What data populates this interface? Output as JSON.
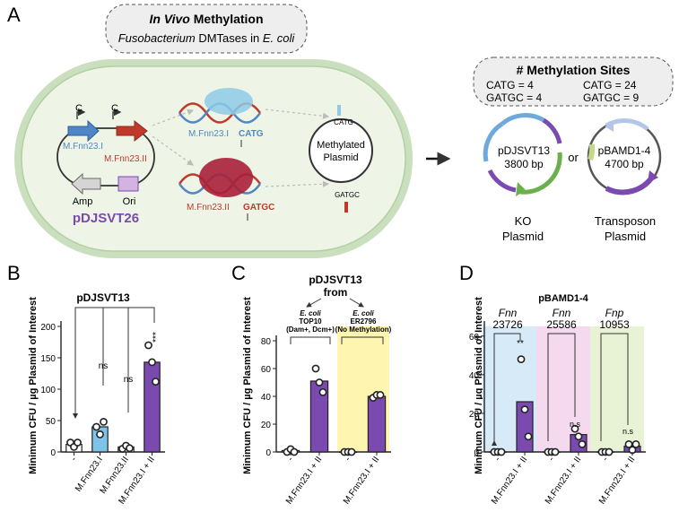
{
  "panel_labels": {
    "a": "A",
    "b": "B",
    "c": "C",
    "d": "D"
  },
  "panel_a": {
    "header_title_italic": "In Vivo",
    "header_title_rest": " Methylation",
    "header_subtitle_1": "Fusobacterium",
    "header_subtitle_2": " DMTases in ",
    "header_subtitle_3": "E. coli",
    "promoter_label": "C",
    "gene1": "M.Fnn23.I",
    "gene2": "M.Fnn23.II",
    "amp": "Amp",
    "ori": "Ori",
    "plasmid_name": "pDJSVT26",
    "enzyme1": "M.Fnn23.I",
    "motif1": "CATG",
    "enzyme2": "M.Fnn23.II",
    "motif2": "GATGC",
    "methylated_1": "Methylated",
    "methylated_2": "Plasmid",
    "site_motif1": "CATG",
    "site_motif2": "GATGC",
    "sites_title": "# Methylation Sites",
    "sites_left_1": "CATG    = 4",
    "sites_left_2": "GATGC = 4",
    "sites_right_1": "CATG    = 24",
    "sites_right_2": "GATGC = 9",
    "ko_name": "pDJSVT13",
    "ko_size": "3800 bp",
    "or": "or",
    "tn_name": "pBAMD1-4",
    "tn_size": "4700 bp",
    "ko_label_1": "KO",
    "ko_label_2": "Plasmid",
    "tn_label_1": "Transposon",
    "tn_label_2": "Plasmid"
  },
  "colors": {
    "blue": "#4f86c6",
    "red": "#c0392b",
    "purple": "#7a4ab0",
    "green": "#6ab04c",
    "light_blue_bg": "#d6eaf8",
    "pink_bg": "#f5d9ee",
    "light_green_bg": "#e8f3d6",
    "yellow_bg": "#fdf5b0"
  },
  "y_axis_label": "Minimum CFU / µg Plasmid of Interest",
  "chart_data": [
    {
      "type": "bar",
      "title": "pDJSVT13",
      "categories": [
        "-",
        "M.Fnn23.I",
        "M.Fnn23.II",
        "M.Fnn23.I + II"
      ],
      "values": [
        12,
        40,
        8,
        143
      ],
      "points": [
        [
          15,
          8,
          15
        ],
        [
          40,
          28,
          48
        ],
        [
          5,
          10,
          6
        ],
        [
          170,
          143,
          112
        ]
      ],
      "bar_colors": [
        "#ffffff",
        "#7fc3e8",
        "#ffffff",
        "#7a4ab0"
      ],
      "ylim": [
        0,
        200
      ],
      "yticks": [
        0,
        50,
        100,
        150,
        200
      ],
      "significance": [
        "ns",
        "ns",
        "***"
      ]
    },
    {
      "type": "bar",
      "title": "pDJSVT13",
      "subtitle": "from",
      "groups": [
        {
          "name_1": "E. coli",
          "name_2": "TOP10",
          "name_3": "(Dam+, Dcm+)"
        },
        {
          "name_1": "E. coli",
          "name_2": "ER2796",
          "name_3": "(No Methylation)"
        }
      ],
      "categories": [
        "-",
        "M.Fnn23.I + II",
        "-",
        "M.Fnn23.I + II"
      ],
      "values": [
        1,
        51,
        0,
        40
      ],
      "points": [
        [
          0,
          2,
          0
        ],
        [
          60,
          50,
          43
        ],
        [
          0,
          0,
          0
        ],
        [
          39,
          41,
          41
        ]
      ],
      "bar_colors": [
        "#ffffff",
        "#7a4ab0",
        "#ffffff",
        "#7a4ab0"
      ],
      "ylim": [
        0,
        80
      ],
      "yticks": [
        0,
        20,
        40,
        60,
        80
      ]
    },
    {
      "type": "bar",
      "title": "pBAMD1-4",
      "groups": [
        {
          "name": "Fnn",
          "number": "23726"
        },
        {
          "name": "Fnn",
          "number": "25586"
        },
        {
          "name": "Fnp",
          "number": "10953"
        }
      ],
      "categories": [
        "-",
        "M.Fnn23.I + II",
        "-",
        "M.Fnn23.I + II",
        "-",
        "M.Fnn23.I + II"
      ],
      "values": [
        0,
        26,
        0,
        9,
        0,
        3
      ],
      "points": [
        [
          0,
          0,
          0
        ],
        [
          48,
          22,
          8
        ],
        [
          0,
          0,
          0
        ],
        [
          12,
          8,
          4
        ],
        [
          0,
          0,
          0
        ],
        [
          4,
          1,
          4
        ]
      ],
      "bar_colors": [
        "#ffffff",
        "#7a4ab0",
        "#ffffff",
        "#7a4ab0",
        "#ffffff",
        "#7a4ab0"
      ],
      "ylim": [
        0,
        65
      ],
      "yticks": [
        0,
        20,
        40,
        60
      ],
      "significance": [
        "**",
        "n.s",
        "n.s"
      ]
    }
  ]
}
